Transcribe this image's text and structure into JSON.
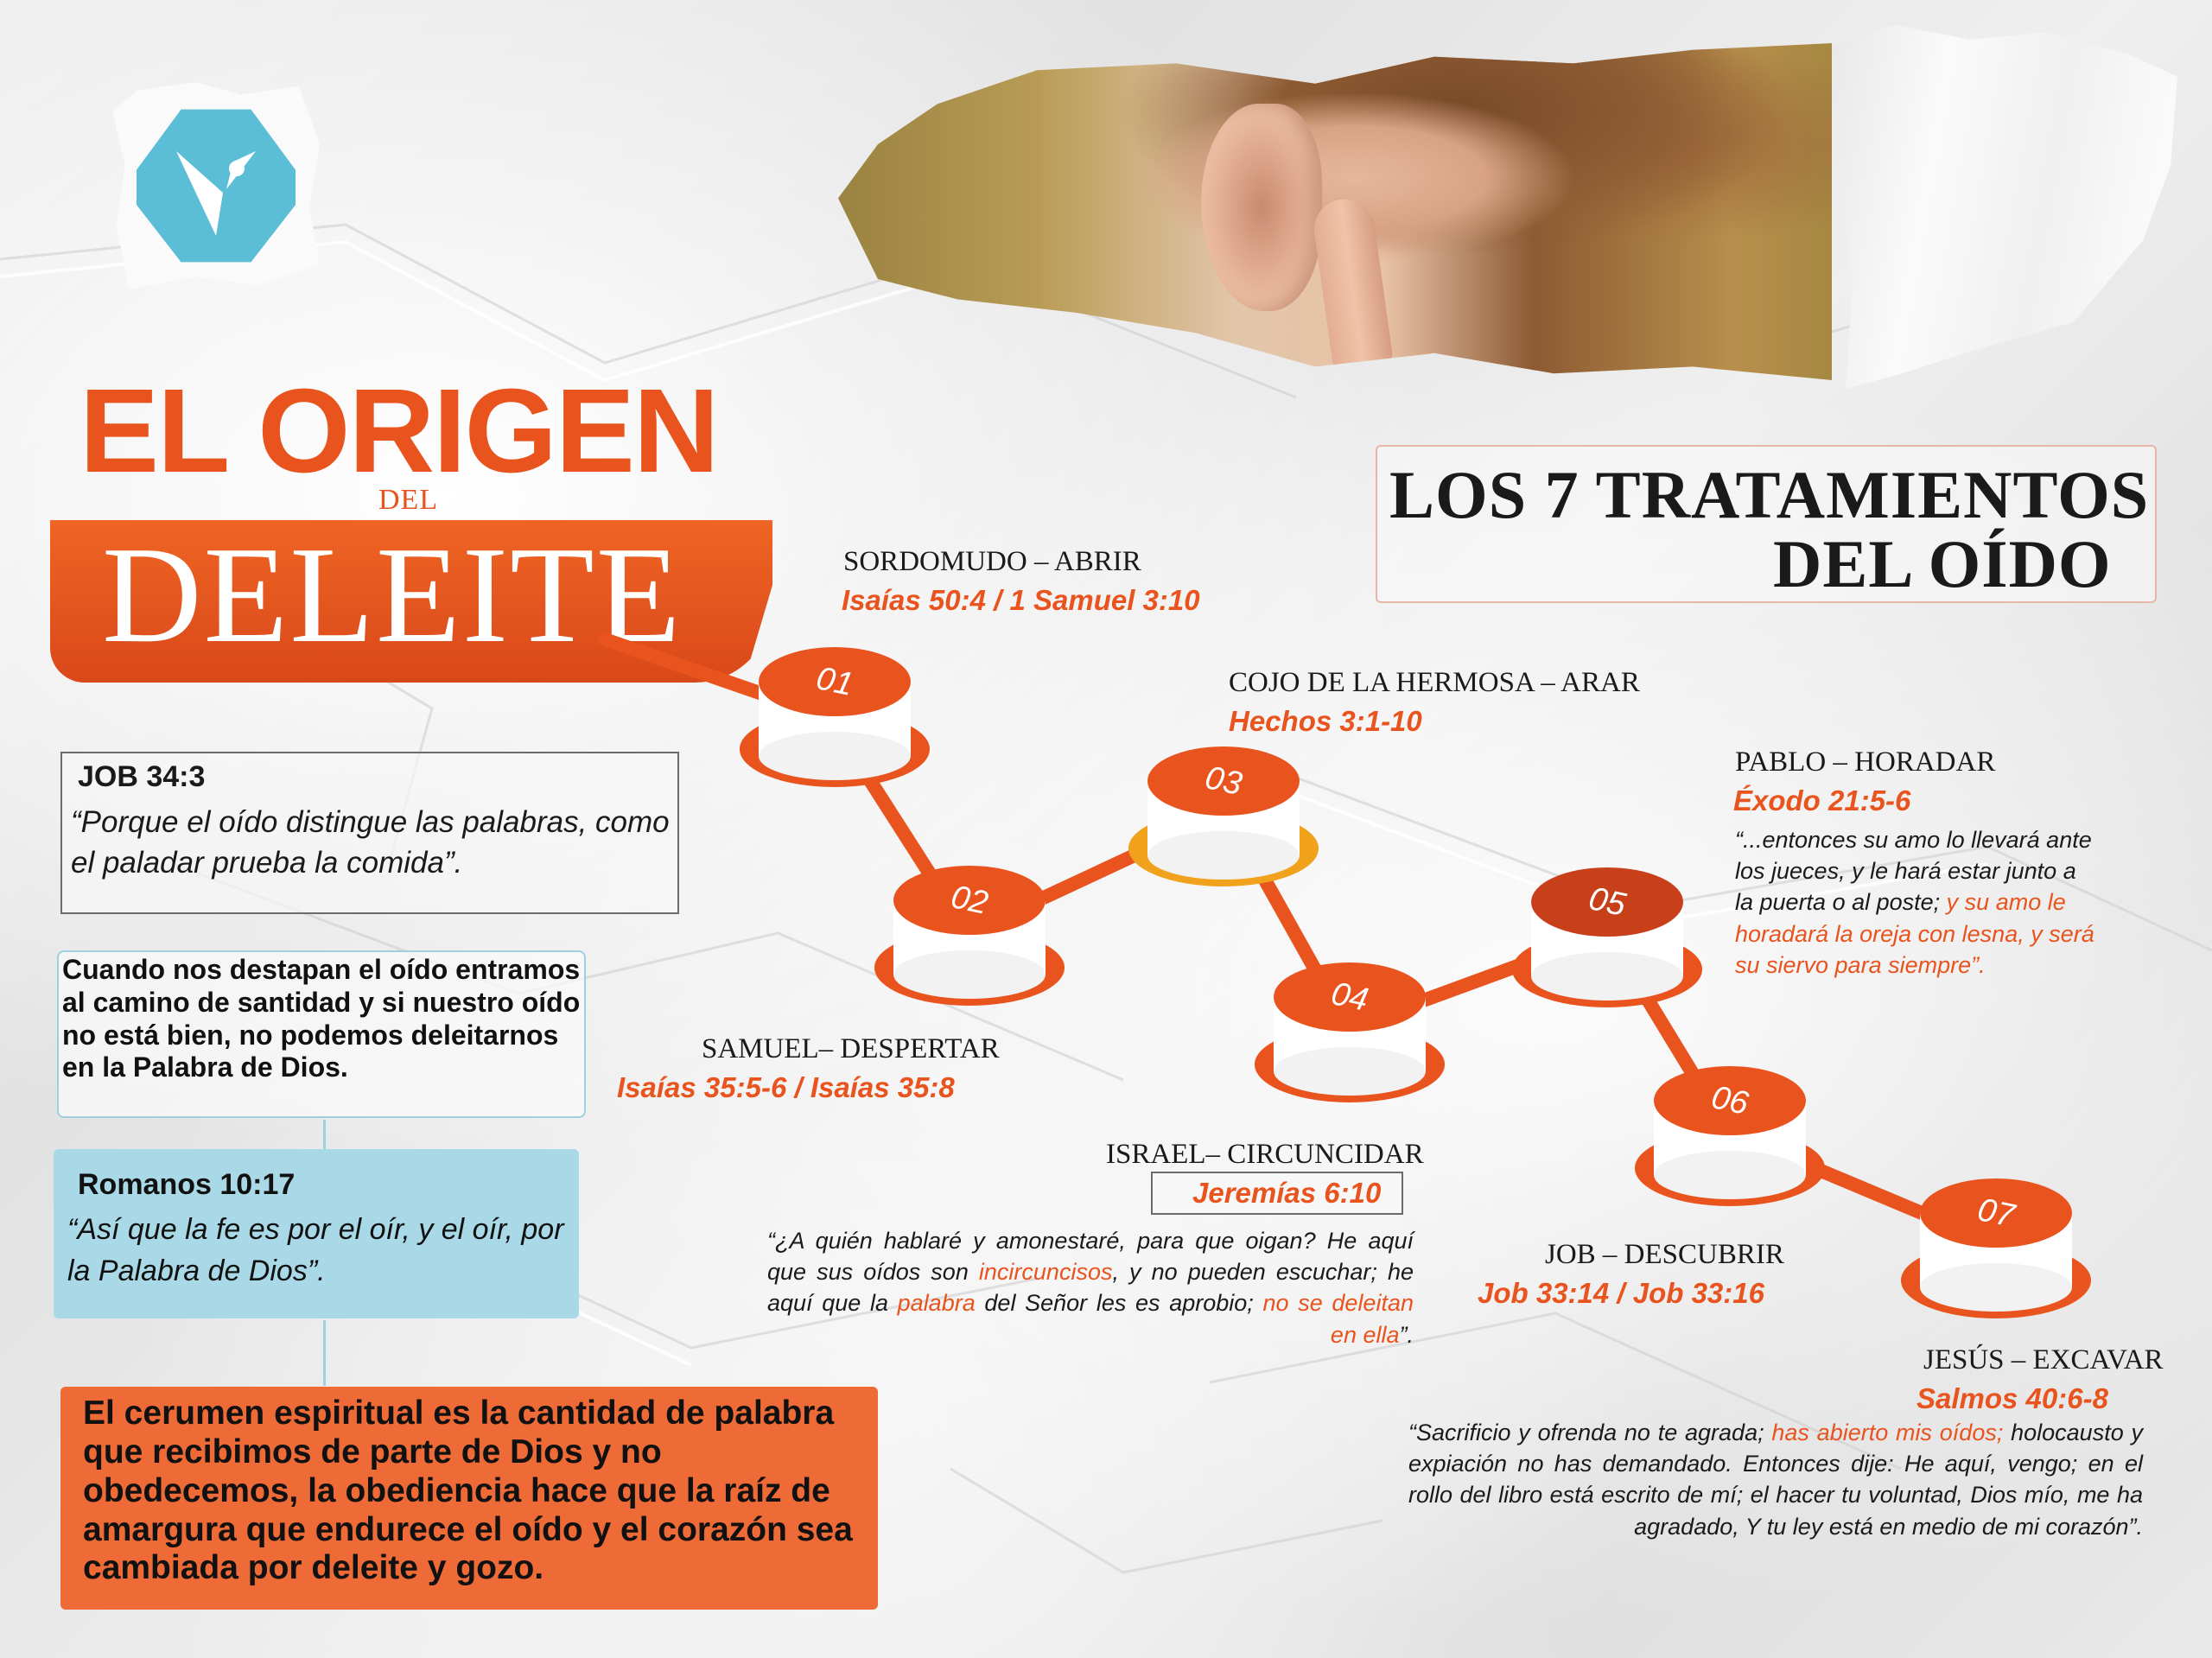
{
  "header": {
    "title_main": "EL ORIGEN",
    "title_connector": "DEL",
    "title_highlight": "DELEITE",
    "subtitle_line1": "LOS 7 TRATAMIENTOS",
    "subtitle_line2": "DEL OÍDO"
  },
  "sidebar": {
    "job_box": {
      "reference": "JOB 34:3",
      "quote": "“Porque el oído distingue las palabras, como el paladar prueba la comida”."
    },
    "santidad_box": {
      "text": "Cuando nos destapan el oído entramos al camino de santidad y si nuestro oído no está bien, no podemos deleitarnos en la Palabra de Dios."
    },
    "romanos_box": {
      "reference": "Romanos 10:17",
      "quote": "“Así que la fe es por el oír, y el oír, por la Palabra de Dios”."
    },
    "cerumen_box": {
      "text": "El cerumen espiritual es la cantidad de palabra que recibimos de parte de Dios y no obedecemos, la obediencia hace que la raíz de amargura que endurece el oído y el corazón sea cambiada por deleite y gozo."
    }
  },
  "steps": [
    {
      "number": "01",
      "title": "SORDOMUDO – ABRIR",
      "reference": "Isaías 50:4 / 1 Samuel 3:10"
    },
    {
      "number": "02",
      "title": "SAMUEL– DESPERTAR",
      "reference": "Isaías 35:5-6 / Isaías 35:8"
    },
    {
      "number": "03",
      "title": "COJO DE LA HERMOSA – ARAR",
      "reference": "Hechos 3:1-10"
    },
    {
      "number": "04",
      "title": "ISRAEL– CIRCUNCIDAR",
      "reference": "Jeremías 6:10",
      "quote_parts": {
        "a": "“¿A quién hablaré y amonestaré, para que oigan? He aquí que sus oídos son ",
        "b": "incircuncisos",
        "c": ", y no pueden escuchar; he aquí que la ",
        "d": "palabra",
        "e": " del Señor les es aprobio; ",
        "f": "no se deleitan en ella",
        "g": "”."
      }
    },
    {
      "number": "05",
      "title": "PABLO – HORADAR",
      "reference": "Éxodo 21:5-6",
      "quote_parts": {
        "a": "“...entonces su amo lo llevará ante los jueces, y le hará estar junto a la puerta o al poste; ",
        "b": "y su amo le horadará la oreja con lesna, y será su siervo para siempre”."
      }
    },
    {
      "number": "06",
      "title": "JOB – DESCUBRIR",
      "reference": "Job 33:14 / Job 33:16"
    },
    {
      "number": "07",
      "title": "JESÚS – EXCAVAR",
      "reference": "Salmos 40:6-8",
      "quote_parts": {
        "a": "“Sacrificio y ofrenda no te agrada; ",
        "b": "has abierto mis oídos;",
        "c": " holocausto y expiación no has demandado. Entonces dije: He aquí, vengo; en el rollo del libro está escrito de mí; el hacer tu voluntad, Dios mío, me ha agradado, Y tu ley está en medio de mi corazón”."
      }
    }
  ],
  "colors": {
    "accent": "#e9531d",
    "accent_dark": "#c8401a",
    "highlight_yellow": "#f0a21c",
    "light_blue": "#a9d9e6",
    "logo_blue": "#5cbdd6"
  },
  "icons": {
    "logo": "v-dove-logo-icon"
  }
}
